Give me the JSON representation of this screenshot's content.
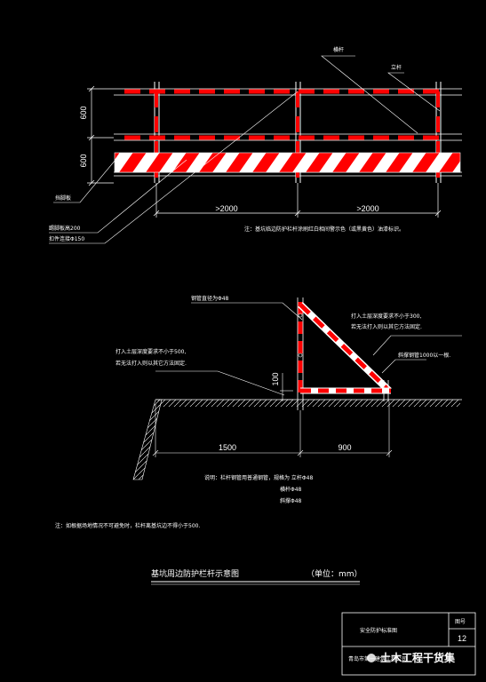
{
  "plan_view": {
    "label_vertical_post": "立杆",
    "label_horizontal_bar": "横杆",
    "label_toe_board": "挡脚板",
    "label_toe_board_height": "踢脚板高200",
    "label_post_spacing": "扣件连接Φ150",
    "dim_upper": "600",
    "dim_lower": "600",
    "dim_span_left": ">2000",
    "dim_span_right": ">2000",
    "note": "注：基坑临边防护栏杆涂刷红白相间警示色（或黑黄色）油漆标识。"
  },
  "section_view": {
    "label_steel_pipe": "钢管直径为Φ48",
    "label_right_top_1": "打入土层深度要求不小于300,",
    "label_right_top_2": "若无法打入则以其它方法固定.",
    "label_brace": "斜撑钢管1000以一根.",
    "label_left_1": "打入土层深度要求不小于500,",
    "label_left_2": "若无法打入则以其它方法固定.",
    "dim_height": "100",
    "dim_setback": "1500",
    "dim_base": "900",
    "spec_line_1": "说明：栏杆钢管用普通钢管，规格为 立杆Φ48",
    "spec_line_2": "横杆Φ48",
    "spec_line_3": "斜撑Φ48"
  },
  "note_bottom": "注：如根据场地情况不可避免时，栏杆离基坑边不得小于500.",
  "title": {
    "main": "基坑周边防护栏杆示意图",
    "unit": "（单位：mm）"
  },
  "title_block": {
    "drawing_name": "安全防护标准图",
    "sheet_label": "图号",
    "sheet_number": "12",
    "company": "青岛市第一建筑工程公司"
  },
  "watermark": "土木工程干货集",
  "colors": {
    "background": "#000000",
    "line": "#ffffff",
    "warning": "#ff0000"
  }
}
